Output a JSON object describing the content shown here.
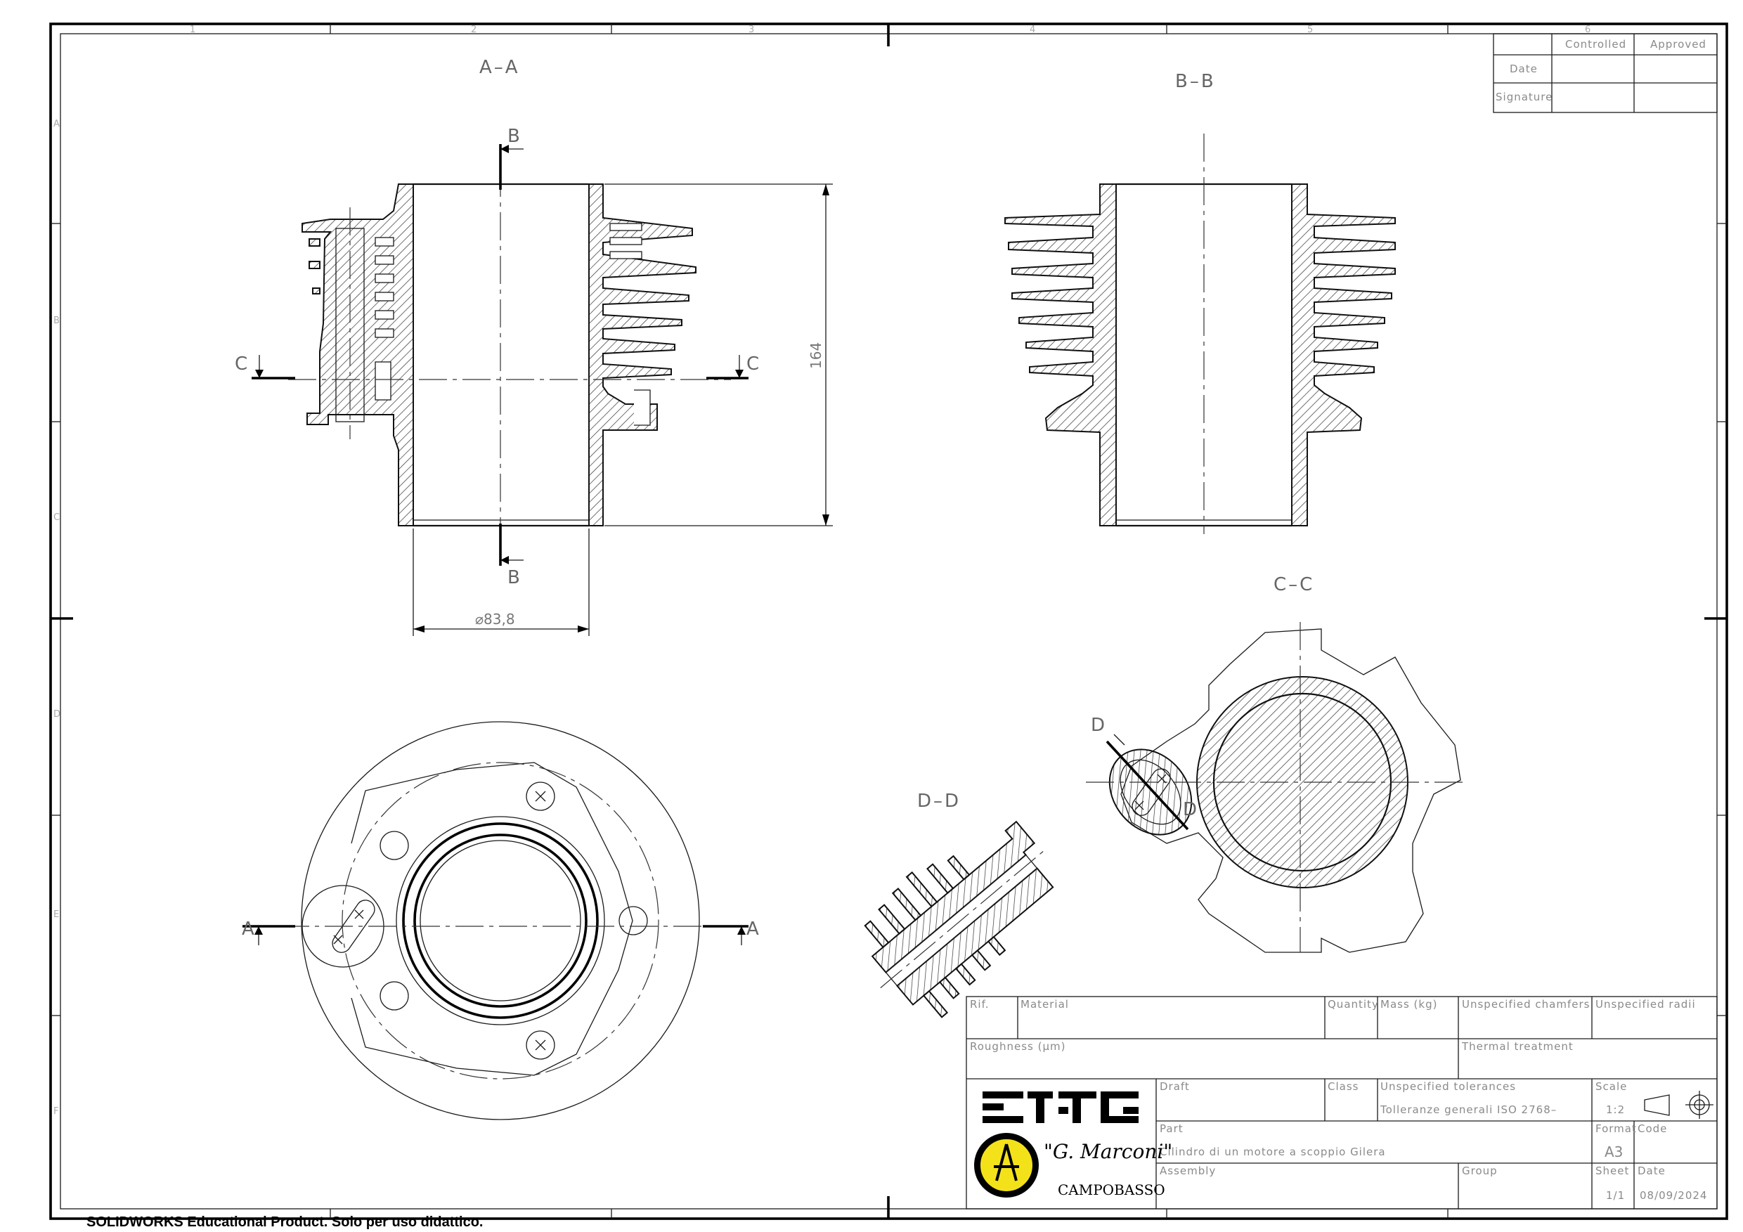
{
  "views": {
    "section_aa_title": "A–A",
    "section_bb_title": "B–B",
    "section_cc_title": "C–C",
    "section_dd_title": "D–D",
    "cut_b": "B",
    "cut_c": "C",
    "cut_a": "A",
    "cut_d": "D"
  },
  "dimensions": {
    "height": "164",
    "bore": "⌀83,8"
  },
  "approval_block": {
    "controlled": "Controlled",
    "approved": "Approved",
    "date": "Date",
    "signature": "Signature"
  },
  "zone_labels": {
    "columns": [
      "1",
      "2",
      "3",
      "4",
      "5",
      "6"
    ],
    "rows": [
      "A",
      "B",
      "C",
      "D",
      "E",
      "F"
    ]
  },
  "title_block": {
    "rif": "Rif.",
    "material": "Material",
    "quantity": "Quantity",
    "mass": "Mass (kg)",
    "chamfers": "Unspecified chamfers",
    "radii": "Unspecified radii",
    "roughness": "Roughness (μm)",
    "thermal": "Thermal treatment",
    "draft": "Draft",
    "class": "Class",
    "tolerances": "Unspecified tolerances",
    "tolerances_value": "Tolleranze generali ISO 2768–",
    "scale": "Scale",
    "scale_value": "1:2",
    "part": "Part",
    "part_value": "Cilindro di un motore a scoppio Gilera",
    "format": "Format",
    "format_value": "A3",
    "code": "Code",
    "assembly": "Assembly",
    "group": "Group",
    "sheet": "Sheet",
    "sheet_value": "1/1",
    "date": "Date",
    "date_value": "08/09/2024",
    "school_name": "\"G. Marconi\"",
    "school_city": "CAMPOBASSO"
  },
  "footer": {
    "edu_notice": "SOLIDWORKS Educational Product. Solo per uso didattico."
  }
}
